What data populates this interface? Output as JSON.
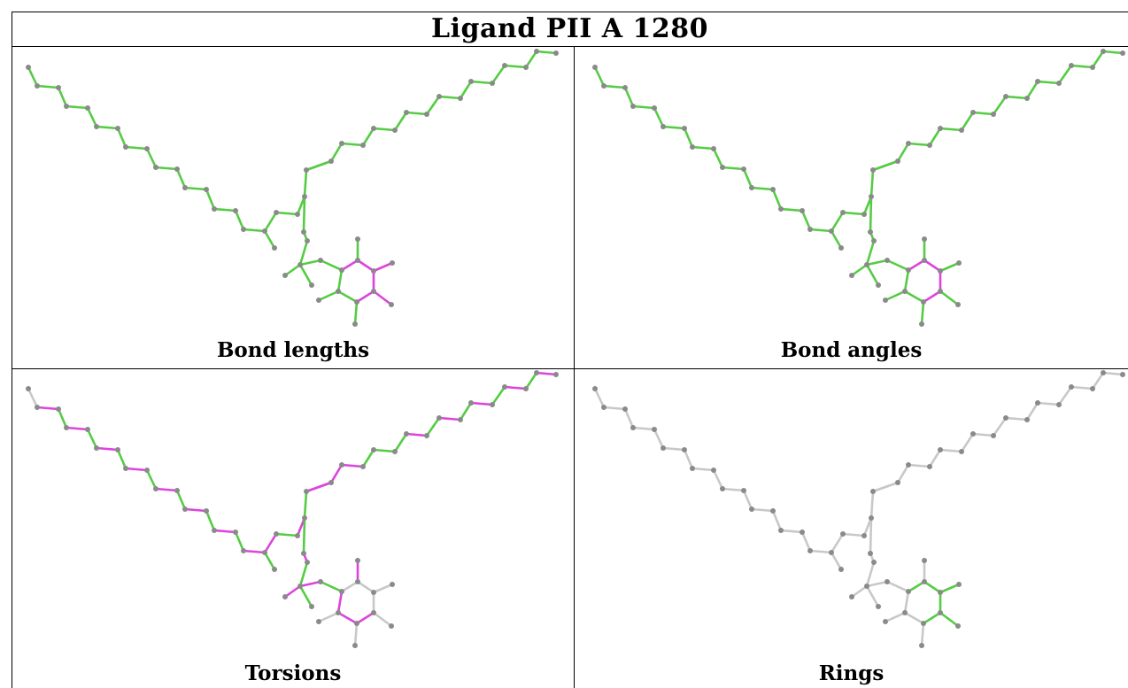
{
  "title": "Ligand PII A 1280",
  "colors": {
    "ok": "#55cc44",
    "flag": "#dd44dd",
    "none": "#c8c8c8",
    "atom": "#8a8a8a",
    "border": "#000000"
  },
  "panels": [
    {
      "caption": "Bond lengths",
      "flagged_bonds": [
        45,
        46,
        47,
        48,
        49,
        50
      ]
    },
    {
      "caption": "Bond angles",
      "flagged_bonds": [
        45,
        46,
        47,
        48
      ]
    },
    {
      "caption": "Torsions",
      "flagged_bonds": [
        1,
        3,
        5,
        7,
        9,
        11,
        13,
        15,
        17,
        19,
        21,
        22,
        23,
        27,
        29,
        31,
        33,
        35,
        37,
        39,
        41,
        43,
        44,
        45,
        53,
        54
      ],
      "inactive_bonds": [
        0,
        46,
        47,
        48,
        49,
        50,
        51,
        52,
        55,
        56,
        57,
        58,
        59,
        60,
        61,
        62
      ]
    },
    {
      "caption": "Rings",
      "active_bonds": [
        45,
        46,
        47,
        48,
        49,
        50
      ],
      "inactive_bonds_all": true
    }
  ]
}
